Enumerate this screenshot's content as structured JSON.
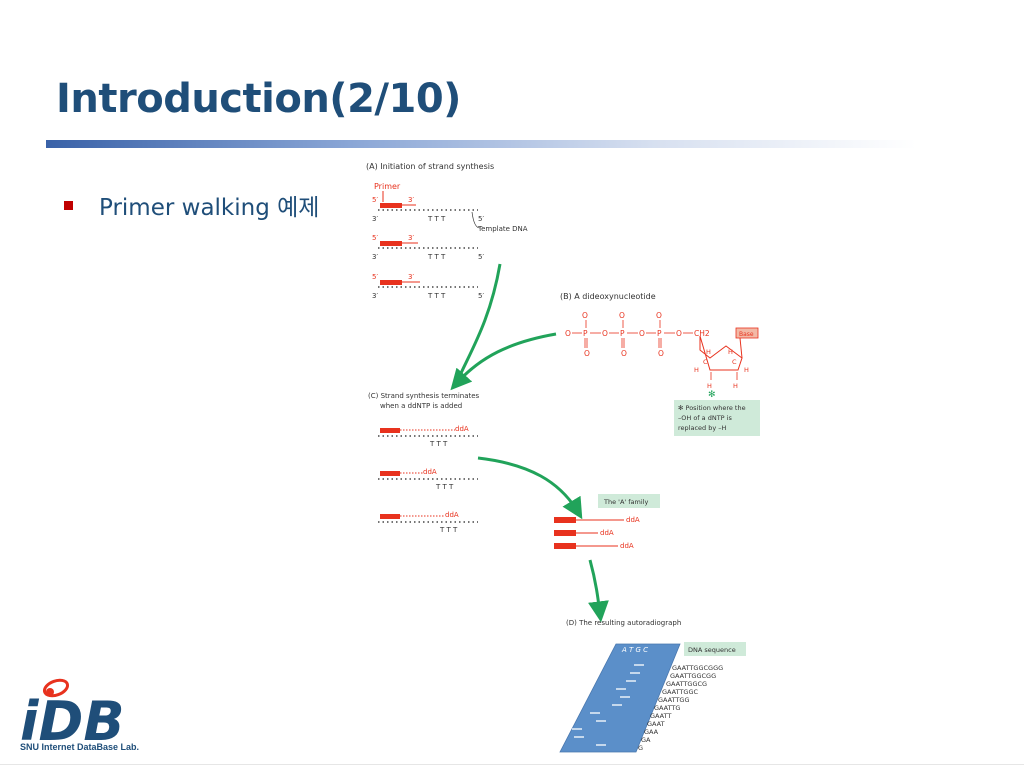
{
  "slide": {
    "title": "Introduction(2/10)",
    "bullets": [
      {
        "text": "Primer walking 예제"
      }
    ]
  },
  "logo": {
    "mark": "iDB",
    "subtitle": "SNU Internet DataBase Lab."
  },
  "figure": {
    "panel_a": {
      "label": "(A) Initiation of strand synthesis",
      "primer_label": "Primer",
      "five_prime": "5′",
      "three_prime": "3′",
      "template_label": "Template DNA",
      "bases": "T T T"
    },
    "panel_b": {
      "label": "(B) A dideoxynucleotide",
      "base_label": "Base",
      "phosphate_o": "O",
      "phosphate_p": "P",
      "ch2": "CH2",
      "h": "H",
      "c": "C",
      "note": [
        "✻ Position where the",
        "–OH of a dNTP is",
        "replaced by –H"
      ]
    },
    "panel_c": {
      "label": [
        "(C) Strand synthesis terminates",
        "when a ddNTP is added"
      ],
      "dda": "ddA",
      "bases": "T T T",
      "family_label": "The 'A' family"
    },
    "panel_d": {
      "label": "(D) The resulting autoradiograph",
      "lanes": "A  T  G  C",
      "sequence_label": "DNA sequence",
      "sequences": [
        "GAATTGGCGGG",
        "GAATTGGCGG",
        "GAATTGGCG",
        "GAATTGGC",
        "GAATTGG",
        "GAATTG",
        "GAATT",
        "GAAT",
        "GAA",
        "GA",
        "G"
      ]
    }
  },
  "colors": {
    "title": "#1f4e79",
    "bullet": "#c00000",
    "primer": "#e8321e",
    "arrow": "#21a35a",
    "note_bg": "#cfead9",
    "gel": "#5b8fc9"
  }
}
